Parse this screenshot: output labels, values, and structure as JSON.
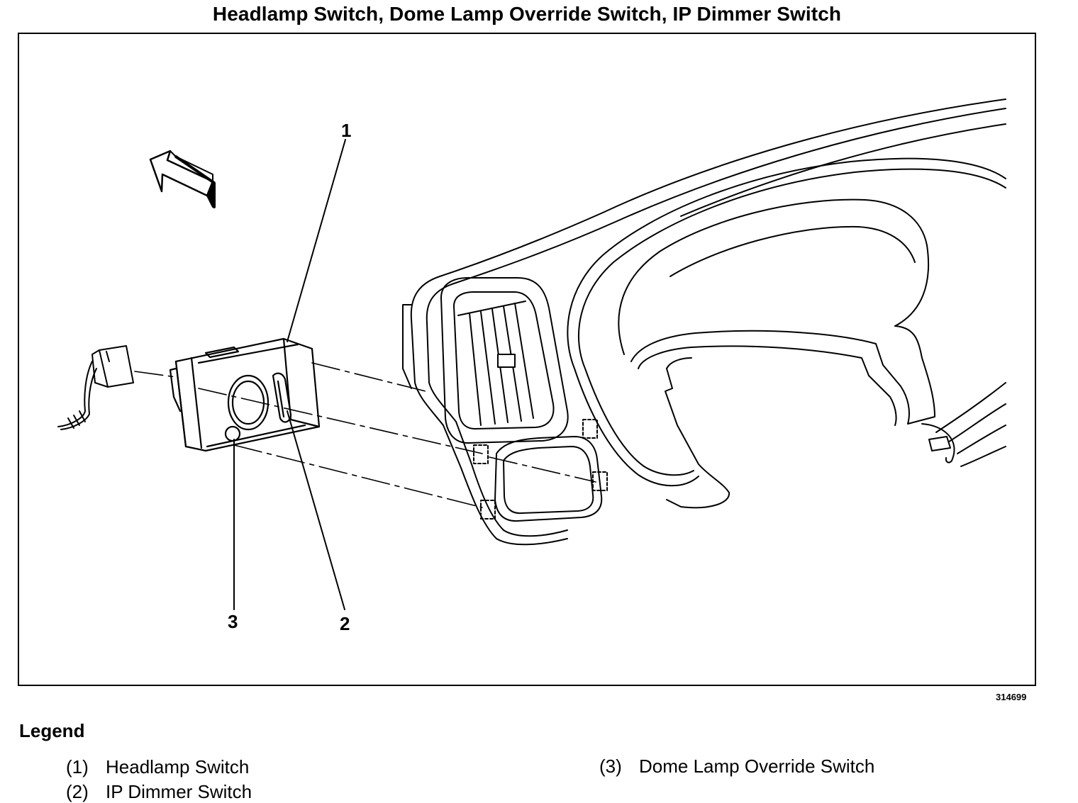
{
  "title": "Headlamp Switch, Dome Lamp Override Switch, IP Dimmer Switch",
  "figure_id": "314699",
  "callouts": {
    "c1": "1",
    "c2": "2",
    "c3": "3"
  },
  "legend": {
    "heading": "Legend",
    "items": [
      {
        "number": "(1)",
        "label": "Headlamp Switch"
      },
      {
        "number": "(2)",
        "label": "IP Dimmer Switch"
      },
      {
        "number": "(3)",
        "label": "Dome Lamp Override Switch"
      }
    ]
  },
  "colors": {
    "ink": "#000000",
    "paper": "#ffffff"
  },
  "icons": {
    "direction": "arrow-icon"
  }
}
